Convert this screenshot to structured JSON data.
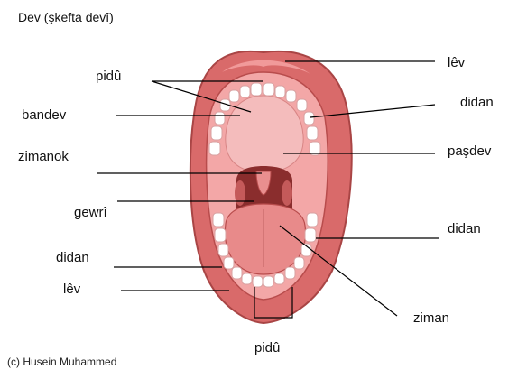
{
  "title": "Dev (şkefta devî)",
  "credit": "(c) Husein Muhammed",
  "labels": {
    "piduUpper": "pidû",
    "bandev": "bandev",
    "zimanok": "zimanok",
    "gewri": "gewrî",
    "didanLeft": "didan",
    "levLeft": "lêv",
    "levRight": "lêv",
    "didanRightTop": "didan",
    "pasdev": "paşdev",
    "didanRightBottom": "didan",
    "ziman": "ziman",
    "piduBottom": "pidû"
  },
  "colors": {
    "lip": "#d96a6a",
    "lipDark": "#b84c4c",
    "mouthInterior": "#f4bcbc",
    "throat": "#8a2d2d",
    "tongue": "#e88a8a",
    "teeth": "#ffffff",
    "gum": "#f3a7a7"
  }
}
